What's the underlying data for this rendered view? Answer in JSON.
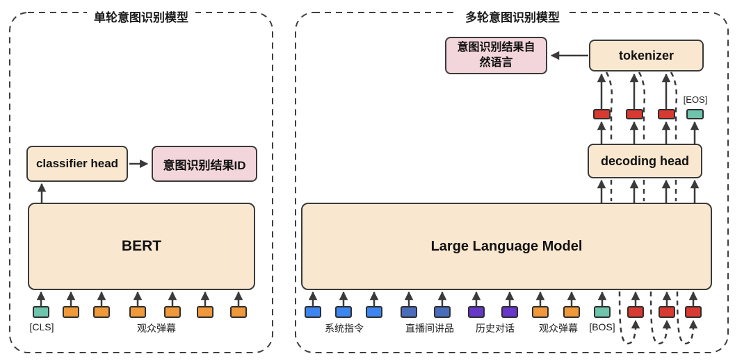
{
  "palette": {
    "box_fill": "#f9e8cf",
    "pink_fill": "#f3d6db",
    "box_border": "#3a3a3a",
    "arrow": "#3a3a3a",
    "teal": "#6ec4ad",
    "orange": "#f0993b",
    "blue": "#3e86ef",
    "slate": "#4a6cbb",
    "purple": "#6637c9",
    "red": "#d83a31"
  },
  "left_panel": {
    "title": "单轮意图识别模型",
    "classifier_head_label": "classifier head",
    "result_label": "意图识别结果ID",
    "model_label": "BERT",
    "cls_label": "[CLS]",
    "input_caption": "观众弹幕",
    "input_tokens": [
      "teal",
      "orange",
      "orange",
      "orange",
      "orange",
      "orange",
      "orange"
    ]
  },
  "right_panel": {
    "title": "多轮意图识别模型",
    "result_line1": "意图识别结果自",
    "result_line2": "然语言",
    "tokenizer_label": "tokenizer",
    "decoding_head_label": "decoding head",
    "model_label": "Large Language Model",
    "captions": {
      "system": "系统指令",
      "live": "直播间讲品",
      "history": "历史对话",
      "danmaku": "观众弹幕",
      "bos": "[BOS]",
      "eos": "[EOS]"
    },
    "input_tokens": [
      "blue",
      "blue",
      "blue",
      "slate",
      "slate",
      "purple",
      "purple",
      "orange",
      "orange",
      "teal",
      "red",
      "red",
      "red"
    ],
    "output_tokens": [
      "red",
      "red",
      "red",
      "teal"
    ]
  }
}
